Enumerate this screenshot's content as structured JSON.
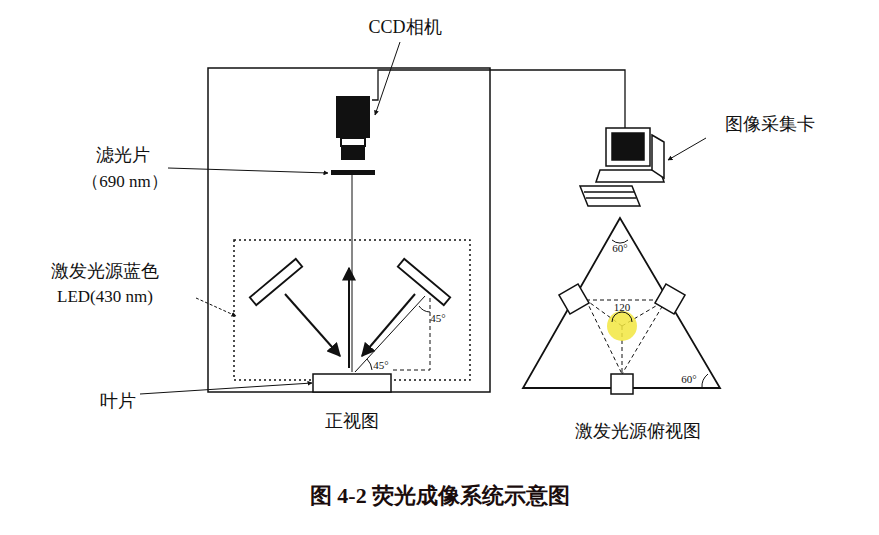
{
  "diagram": {
    "caption": "图 4-2 荧光成像系统示意图",
    "labels": [
      "CCD相机",
      "图像采集卡",
      "滤光片",
      "（690 nm）",
      "激发光源蓝色",
      "LED(430 nm)",
      "45°",
      "45°",
      "叶片",
      "正视图",
      "60°",
      "120",
      "60°",
      "激发光源俯视图"
    ]
  }
}
